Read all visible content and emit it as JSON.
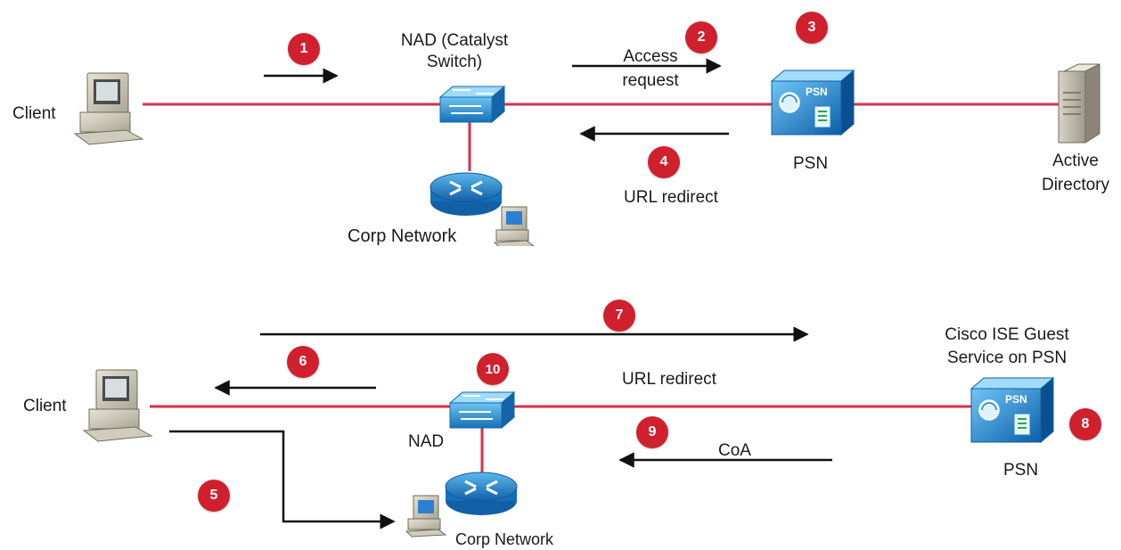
{
  "colors": {
    "link": "#d9304a",
    "arrow": "#111111",
    "badge": "#d0202e",
    "switch": "#1f8fd6",
    "psn": "#1a7fcc"
  },
  "top": {
    "client_label": "Client",
    "nad_label_line1": "NAD (Catalyst",
    "nad_label_line2": "Switch)",
    "access_line1": "Access",
    "access_line2": "request",
    "url_redirect": "URL redirect",
    "psn_label": "PSN",
    "psn_badge": "PSN",
    "ad_line1": "Active",
    "ad_line2": "Directory",
    "corp_label": "Corp Network",
    "steps": [
      "1",
      "2",
      "3",
      "4"
    ]
  },
  "bottom": {
    "client_label": "Client",
    "nad_label": "NAD",
    "url_redirect": "URL redirect",
    "coa_label": "CoA",
    "guest_line1": "Cisco ISE Guest",
    "guest_line2": "Service on PSN",
    "psn_label": "PSN",
    "psn_badge": "PSN",
    "corp_label": "Corp Network",
    "steps": [
      "5",
      "6",
      "7",
      "8",
      "9",
      "10"
    ]
  }
}
